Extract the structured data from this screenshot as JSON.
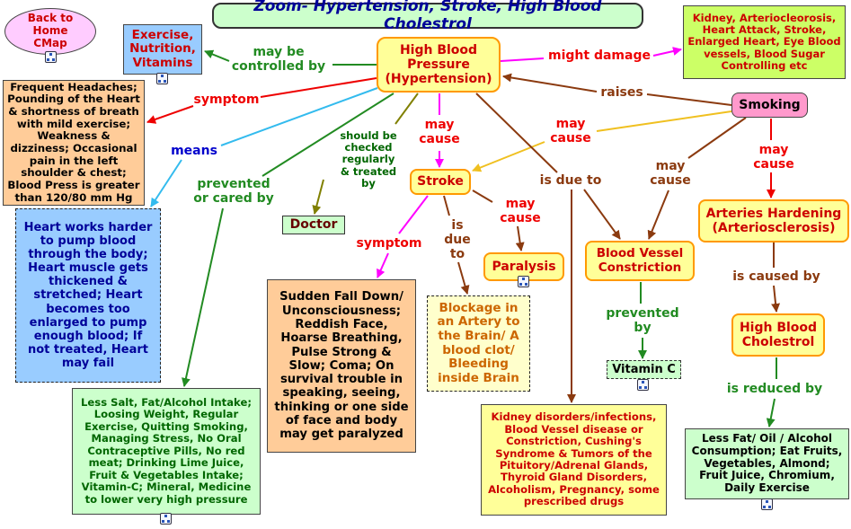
{
  "title": "Zoom- Hypertension, Stroke, High Blood Cholestrol",
  "back_link": "Back to Home CMap",
  "concepts": {
    "hbp": "High Blood Pressure (Hypertension)",
    "exercise": "Exercise, Nutrition, Vitamins",
    "kidney": "Kidney, Arteriocleorosis, Heart Attack, Stroke, Enlarged Heart, Eye Blood vessels, Blood Sugar Controlling etc",
    "symptoms": "Frequent Headaches; Pounding of the Heart & shortness of breath with mild exercise; Weakness & dizziness; Occasional pain in the left shoulder & chest; Blood Press is greater than 120/80 mm Hg",
    "heart": "Heart works harder to pump blood through the body; Heart muscle gets thickened & stretched; Heart becomes too enlarged to pump enough blood; If not treated, Heart may fail",
    "smoking": "Smoking",
    "stroke": "Stroke",
    "doctor": "Doctor",
    "sudden": "Sudden Fall Down/ Unconsciousness; Reddish Face, Hoarse Breathing, Pulse Strong & Slow; Coma; On survival trouble in speaking, seeing, thinking or one side of face and body may get paralyzed",
    "paralysis": "Paralysis",
    "blockage": "Blockage in an Artery to the Brain/ A blood clot/ Bleeding inside Brain",
    "bvc": "Blood Vessel Constriction",
    "vitc": "Vitamin C",
    "arteries": "Arteries Hardening (Arteriosclerosis)",
    "hbc": "High Blood Cholestrol",
    "lessfat": "Less Fat/ Oil / Alcohol Consumption; Eat Fruits, Vegetables, Almond; Fruit Juice, Chromium, Daily Exercise",
    "lesssalt": "Less Salt, Fat/Alcohol Intake; Loosing Weight, Regular Exercise, Quitting Smoking, Managing Stress, No Oral Contraceptive Pills, No red meat; Drinking Lime Juice, Fruit & Vegetables Intake; Vitamin-C; Mineral, Medicine to lower very high pressure",
    "causes": "Kidney disorders/infections, Blood Vessel disease or Constriction, Cushing's Syndrome & Tumors of the Pituitory/Adrenal Glands, Thyroid Gland Disorders, Alcoholism, Pregnancy, some prescribed drugs"
  },
  "links": {
    "may_be_controlled_by": "may be controlled by",
    "might_damage": "might damage",
    "symptom_hbp": "symptom",
    "raises": "raises",
    "means": "means",
    "should_be_checked": "should be checked regularly & treated by",
    "may_cause_stroke": "may cause",
    "may_cause_smoke_stroke": "may cause",
    "is_due_to_hbp": "is due to",
    "may_cause_smoke_bvc": "may cause",
    "may_cause_smoke_art": "may cause",
    "prevented_or_cared_by": "prevented or cared by",
    "symptom_stroke": "symptom",
    "is_due_to_stroke": "is due to",
    "may_cause_paralysis": "may cause",
    "prevented_by": "prevented by",
    "is_caused_by": "is caused by",
    "is_reduced_by": "is reduced by"
  },
  "colors": {
    "title_bg": "#ccffcc",
    "title_text": "#000099",
    "hbp_bg": "#ffff99",
    "hbp_border": "#ff9900",
    "hbp_text": "#cc0000",
    "exercise_bg": "#99ccff",
    "kidney_bg": "#ccff66",
    "symptoms_bg": "#ffcc99",
    "heart_bg": "#99ccff",
    "smoking_bg": "#ff99cc",
    "causes_bg": "#ffff99",
    "green_box": "#ccffcc",
    "cream_box": "#ffffcc",
    "back_bg": "#ffccff",
    "red": "#ee0000",
    "green": "#228b22",
    "darkgreen": "#006600",
    "magenta": "#ff00ff",
    "cyan": "#33bbee",
    "brown": "#8b3a0f",
    "olive": "#808000",
    "gold": "#f0c020",
    "darkred": "#990000",
    "blue": "#0000cc"
  }
}
